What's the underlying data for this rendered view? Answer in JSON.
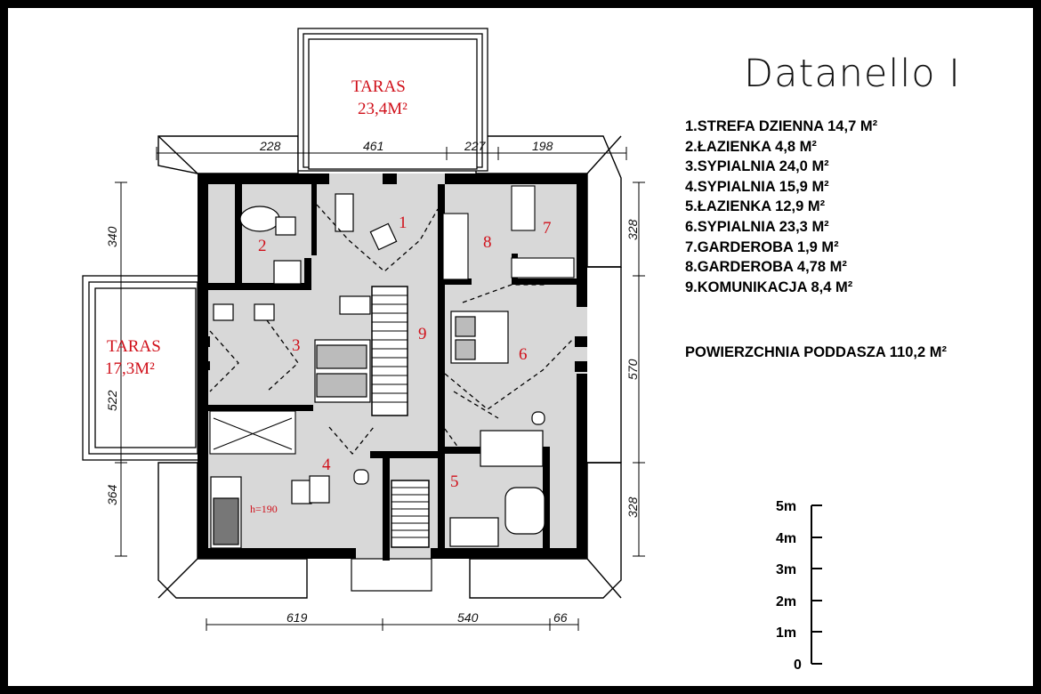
{
  "title": "Datanello I",
  "legend": [
    "1.STREFA DZIENNA  14,7 M²",
    "2.ŁAZIENKA 4,8 M²",
    "3.SYPIALNIA 24,0 M²",
    "4.SYPIALNIA 15,9 M²",
    "5.ŁAZIENKA 12,9 M²",
    "6.SYPIALNIA 23,3 M²",
    "7.GARDEROBA 1,9 M²",
    "8.GARDEROBA  4,78 M²",
    "9.KOMUNIKACJA 8,4 M²"
  ],
  "total_area": "POWIERZCHNIA PODDASZA 110,2 M²",
  "terraces": {
    "top": {
      "name": "TARAS",
      "area": "23,4M²"
    },
    "left": {
      "name": "TARAS",
      "area": "17,3M²"
    }
  },
  "rooms": [
    {
      "num": "1"
    },
    {
      "num": "2"
    },
    {
      "num": "3"
    },
    {
      "num": "4"
    },
    {
      "num": "5"
    },
    {
      "num": "6"
    },
    {
      "num": "7"
    },
    {
      "num": "8"
    },
    {
      "num": "9"
    }
  ],
  "notes": {
    "height": "h=190"
  },
  "dimensions": {
    "top": [
      "228",
      "461",
      "227",
      "198"
    ],
    "bottom": [
      "619",
      "540",
      "66"
    ],
    "left": [
      "340",
      "522",
      "364"
    ],
    "right": [
      "328",
      "570",
      "328"
    ]
  },
  "scale": [
    "5m",
    "4m",
    "3m",
    "2m",
    "1m",
    "0"
  ],
  "colors": {
    "room_label": "#d0101a",
    "floor": "#d8d8d8",
    "walls": "#000000"
  }
}
